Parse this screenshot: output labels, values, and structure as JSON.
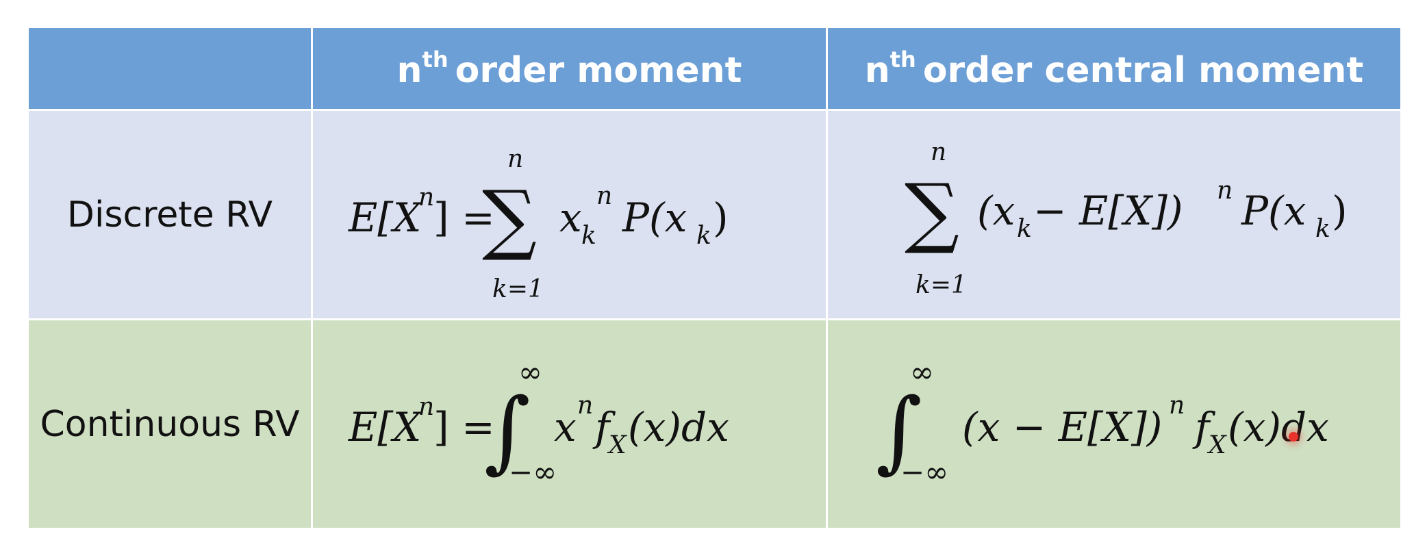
{
  "table": {
    "header": {
      "col1": "",
      "col2": {
        "n": "n",
        "sup": "th",
        "rest": "order moment"
      },
      "col3": {
        "n": "n",
        "sup": "th",
        "rest": "order central moment"
      }
    },
    "rows": [
      {
        "label": "Discrete RV",
        "moment": {
          "lhs": "E[X",
          "lhs_sup": "n",
          "lhs_close": "] =",
          "sum_upper": "n",
          "sum_lower": "k=1",
          "term": "x",
          "term_sub": "k",
          "term_sup": "n",
          "prob": "P(x",
          "prob_sub": "k",
          "prob_close": ")"
        },
        "central": {
          "sum_upper": "n",
          "sum_lower": "k=1",
          "open": "(x",
          "open_sub": "k",
          "mid": " − E[X])",
          "mid_sup": "n",
          "prob": "P(x",
          "prob_sub": "k",
          "prob_close": ")"
        }
      },
      {
        "label": "Continuous RV",
        "moment": {
          "lhs": "E[X",
          "lhs_sup": "n",
          "lhs_close": "] =",
          "int_upper": "∞",
          "int_lower": "−∞",
          "term": "x",
          "term_sup": "n",
          "f": "f",
          "f_sub": "X",
          "f_arg": "(x)dx"
        },
        "central": {
          "int_upper": "∞",
          "int_lower": "−∞",
          "open": "(x − E[X])",
          "open_sup": "n",
          "f": "f",
          "f_sub": "X",
          "f_arg": "(x)dx"
        }
      }
    ]
  }
}
